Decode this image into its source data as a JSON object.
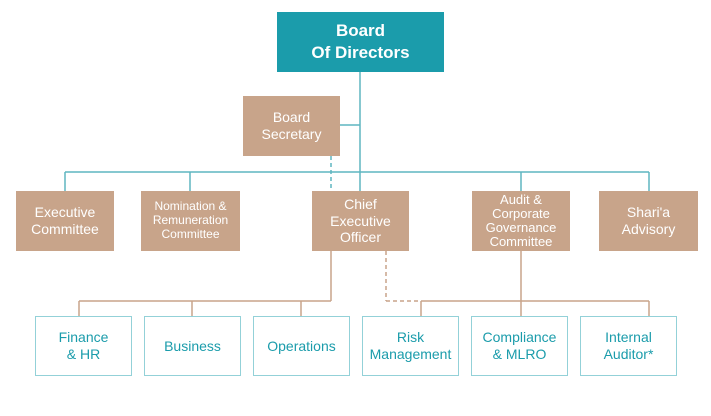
{
  "colors": {
    "board_fill": "#1b9cab",
    "committee_fill": "#c8a48a",
    "department_border": "#93d1d8",
    "department_text": "#1b9cab",
    "teal_line": "#5fb6c0",
    "tan_line": "#c8a48a"
  },
  "board": {
    "label": "Board\nOf Directors"
  },
  "board_secretary": {
    "label": "Board\nSecretary"
  },
  "committees": [
    {
      "label": "Executive\nCommittee"
    },
    {
      "label": "Nomination &\nRemuneration\nCommittee"
    },
    {
      "label": "Chief\nExecutive\nOfficer"
    },
    {
      "label": "Audit &\nCorporate\nGovernance\nCommittee"
    },
    {
      "label": "Shari'a\nAdvisory"
    }
  ],
  "departments": [
    {
      "label": "Finance\n& HR"
    },
    {
      "label": "Business"
    },
    {
      "label": "Operations"
    },
    {
      "label": "Risk\nManagement"
    },
    {
      "label": "Compliance\n& MLRO"
    },
    {
      "label": "Internal\nAuditor*"
    }
  ]
}
